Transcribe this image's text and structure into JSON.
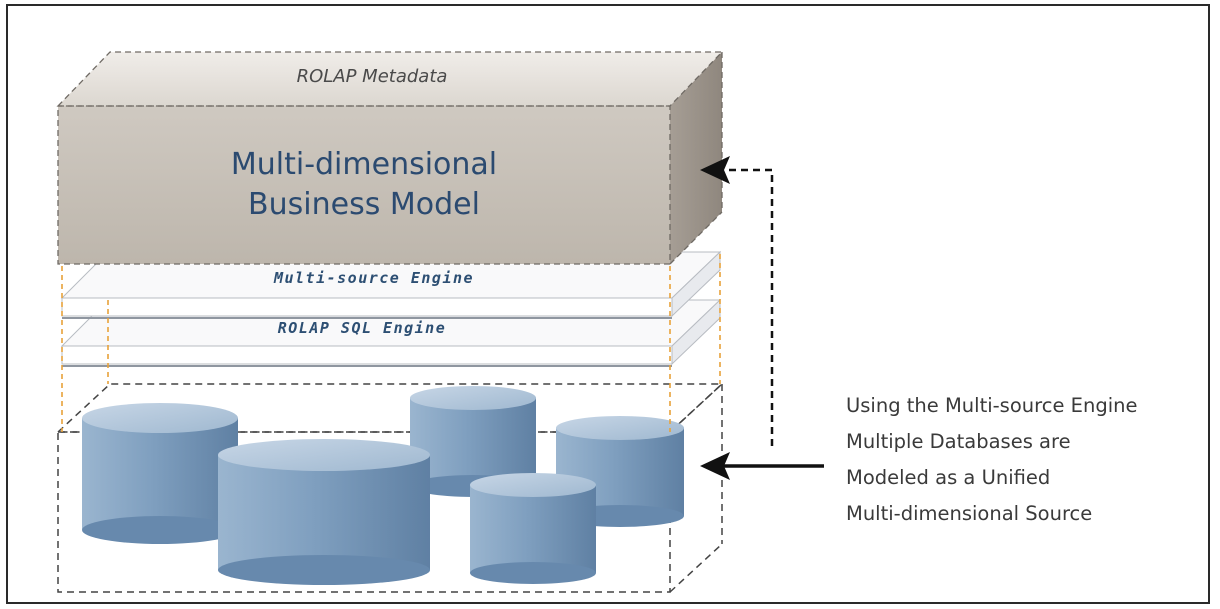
{
  "diagram": {
    "metadata_label": "ROLAP Metadata",
    "model_title_line1": "Multi-dimensional",
    "model_title_line2": "Business Model",
    "engine_layer_1": "Multi-source Engine",
    "engine_layer_2": "ROLAP SQL Engine",
    "caption_lines": [
      "Using the Multi-source Engine",
      "Multiple Databases are",
      "Modeled as a Unified",
      "Multi-dimensional Source"
    ],
    "colors": {
      "model_top": "#e6e2dc",
      "model_front": "#c7c0b7",
      "model_side": "#aca49b",
      "title_text": "#2b4a70",
      "engine_text": "#2d4f73",
      "cylinder_body": "#7f9fbf",
      "cylinder_top": "#b3c8dd",
      "orange_guide": "#e8a23a"
    }
  }
}
